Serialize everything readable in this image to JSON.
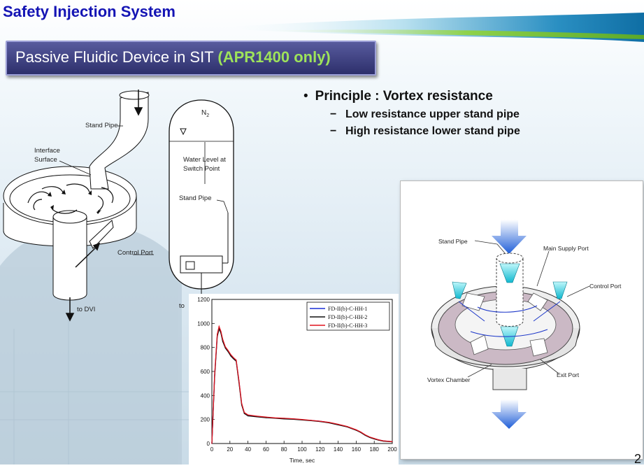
{
  "slide": {
    "title": "Safety Injection System",
    "subtitle_main": "Passive Fluidic Device in SIT ",
    "subtitle_highlight": "(APR1400 only)",
    "page_number": "2"
  },
  "bullets": {
    "main": "Principle : Vortex resistance",
    "sub1": "Low resistance upper stand pipe",
    "sub2": "High resistance lower stand pipe"
  },
  "left_diagram": {
    "stand_pipe": "Stand Pipe",
    "interface_line1": "Interface",
    "interface_line2": "Surface",
    "control_port": "Control Port",
    "to_dvi": "to DVI"
  },
  "tank_diagram": {
    "n2": "N",
    "n2_sub": "2",
    "water_level_line1": "Water Level at",
    "water_level_line2": "Switch Point",
    "stand_pipe": "Stand Pipe",
    "to": "to"
  },
  "photo_labels": {
    "stand_pipe": "Stand Pipe",
    "main_supply_port": "Main Supply Port",
    "control_port": "Control Port",
    "vortex_chamber": "Vortex Chamber",
    "exit_port": "Exit Port"
  },
  "chart_data": {
    "type": "line",
    "xlabel": "Time, sec",
    "ylabel": "",
    "xlim": [
      0,
      200
    ],
    "ylim": [
      0,
      1200
    ],
    "xticks": [
      "0",
      "20",
      "40",
      "60",
      "80",
      "100",
      "120",
      "140",
      "160",
      "180",
      "200"
    ],
    "yticks": [
      "0",
      "200",
      "400",
      "600",
      "800",
      "1000",
      "1200"
    ],
    "legend_position": "top-right",
    "series": [
      {
        "name": "FD-II(b)-C-HH-1",
        "color": "#1a2fd6",
        "x": [
          0,
          3,
          6,
          8,
          10,
          12,
          15,
          18,
          21,
          24,
          27,
          30,
          33,
          36,
          40,
          50,
          60,
          70,
          80,
          90,
          100,
          110,
          120,
          130,
          140,
          150,
          160,
          165,
          170,
          175,
          180,
          185,
          190,
          200
        ],
        "y": [
          0,
          560,
          900,
          965,
          930,
          860,
          800,
          770,
          735,
          710,
          690,
          520,
          330,
          255,
          235,
          225,
          218,
          212,
          208,
          205,
          198,
          192,
          185,
          175,
          158,
          140,
          112,
          95,
          70,
          52,
          40,
          30,
          22,
          15
        ]
      },
      {
        "name": "FD-II(b)-C-HH-2",
        "color": "#111111",
        "x": [
          0,
          3,
          6,
          8,
          10,
          12,
          15,
          18,
          21,
          24,
          27,
          30,
          33,
          36,
          40,
          50,
          60,
          70,
          80,
          90,
          100,
          110,
          120,
          130,
          140,
          150,
          160,
          165,
          170,
          175,
          180,
          185,
          190,
          200
        ],
        "y": [
          0,
          550,
          890,
          955,
          920,
          850,
          795,
          765,
          728,
          705,
          685,
          510,
          322,
          250,
          230,
          222,
          215,
          210,
          205,
          202,
          196,
          190,
          183,
          172,
          155,
          138,
          110,
          92,
          68,
          50,
          38,
          28,
          20,
          14
        ]
      },
      {
        "name": "FD-II(b)-C-HH-3",
        "color": "#e0141e",
        "x": [
          0,
          3,
          6,
          8,
          10,
          12,
          15,
          18,
          21,
          24,
          27,
          30,
          33,
          36,
          40,
          50,
          60,
          70,
          80,
          90,
          100,
          110,
          120,
          130,
          140,
          150,
          160,
          165,
          170,
          175,
          180,
          185,
          190,
          200
        ],
        "y": [
          0,
          570,
          910,
          975,
          935,
          868,
          805,
          775,
          740,
          715,
          695,
          525,
          335,
          258,
          238,
          228,
          220,
          214,
          210,
          206,
          200,
          193,
          186,
          176,
          160,
          142,
          114,
          96,
          72,
          54,
          42,
          31,
          23,
          16
        ]
      }
    ]
  }
}
